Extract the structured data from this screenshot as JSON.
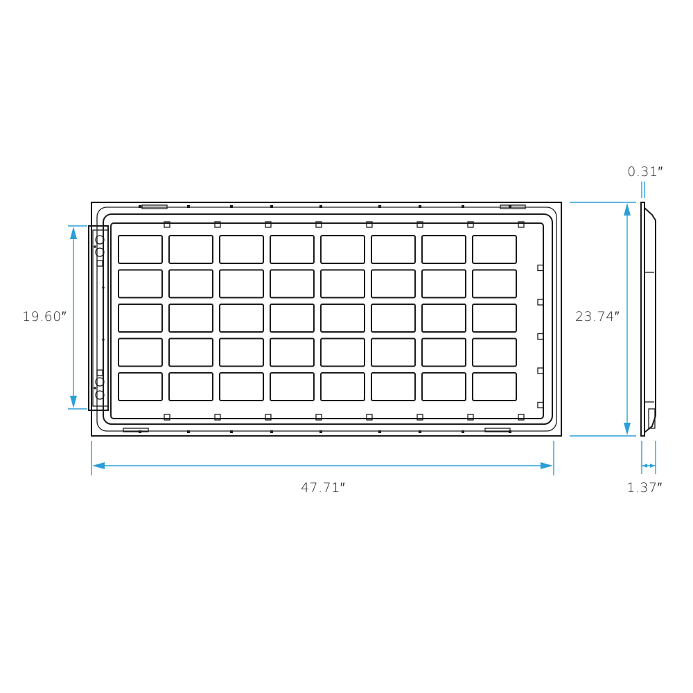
{
  "dimensions": {
    "length": "47.71″",
    "width": "23.74″",
    "lens_height": "19.60″",
    "depth": "1.37″",
    "lip": "0.31″"
  },
  "grid": {
    "columns": 8,
    "rows": 5
  },
  "colors": {
    "dimension_line": "#2a9fd8",
    "outline": "#1a1a1a",
    "text": "#2b2b2b"
  }
}
